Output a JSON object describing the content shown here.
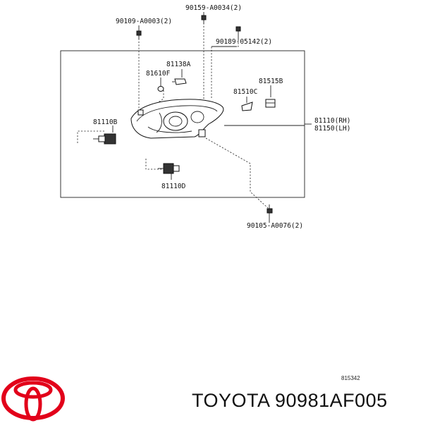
{
  "parts": {
    "p90159": "90159-A0034(2)",
    "p90109": "90109-A0003(2)",
    "p90189": "90189-05142(2)",
    "p81138": "81138A",
    "p81610": "81610F",
    "p81515": "81515B",
    "p81510": "81510C",
    "p81110b": "81110B",
    "p81110rh": "81110(RH)",
    "p81150lh": "81150(LH)",
    "p81110d": "81110D",
    "p90105": "90105-A0076(2)"
  },
  "diagram_code": "815342",
  "footer": {
    "brand": "TOYOTA",
    "part_number": "90981AF005",
    "text": "TOYOTA 90981AF005"
  },
  "colors": {
    "logo": "#e2001a",
    "line": "#222222"
  }
}
